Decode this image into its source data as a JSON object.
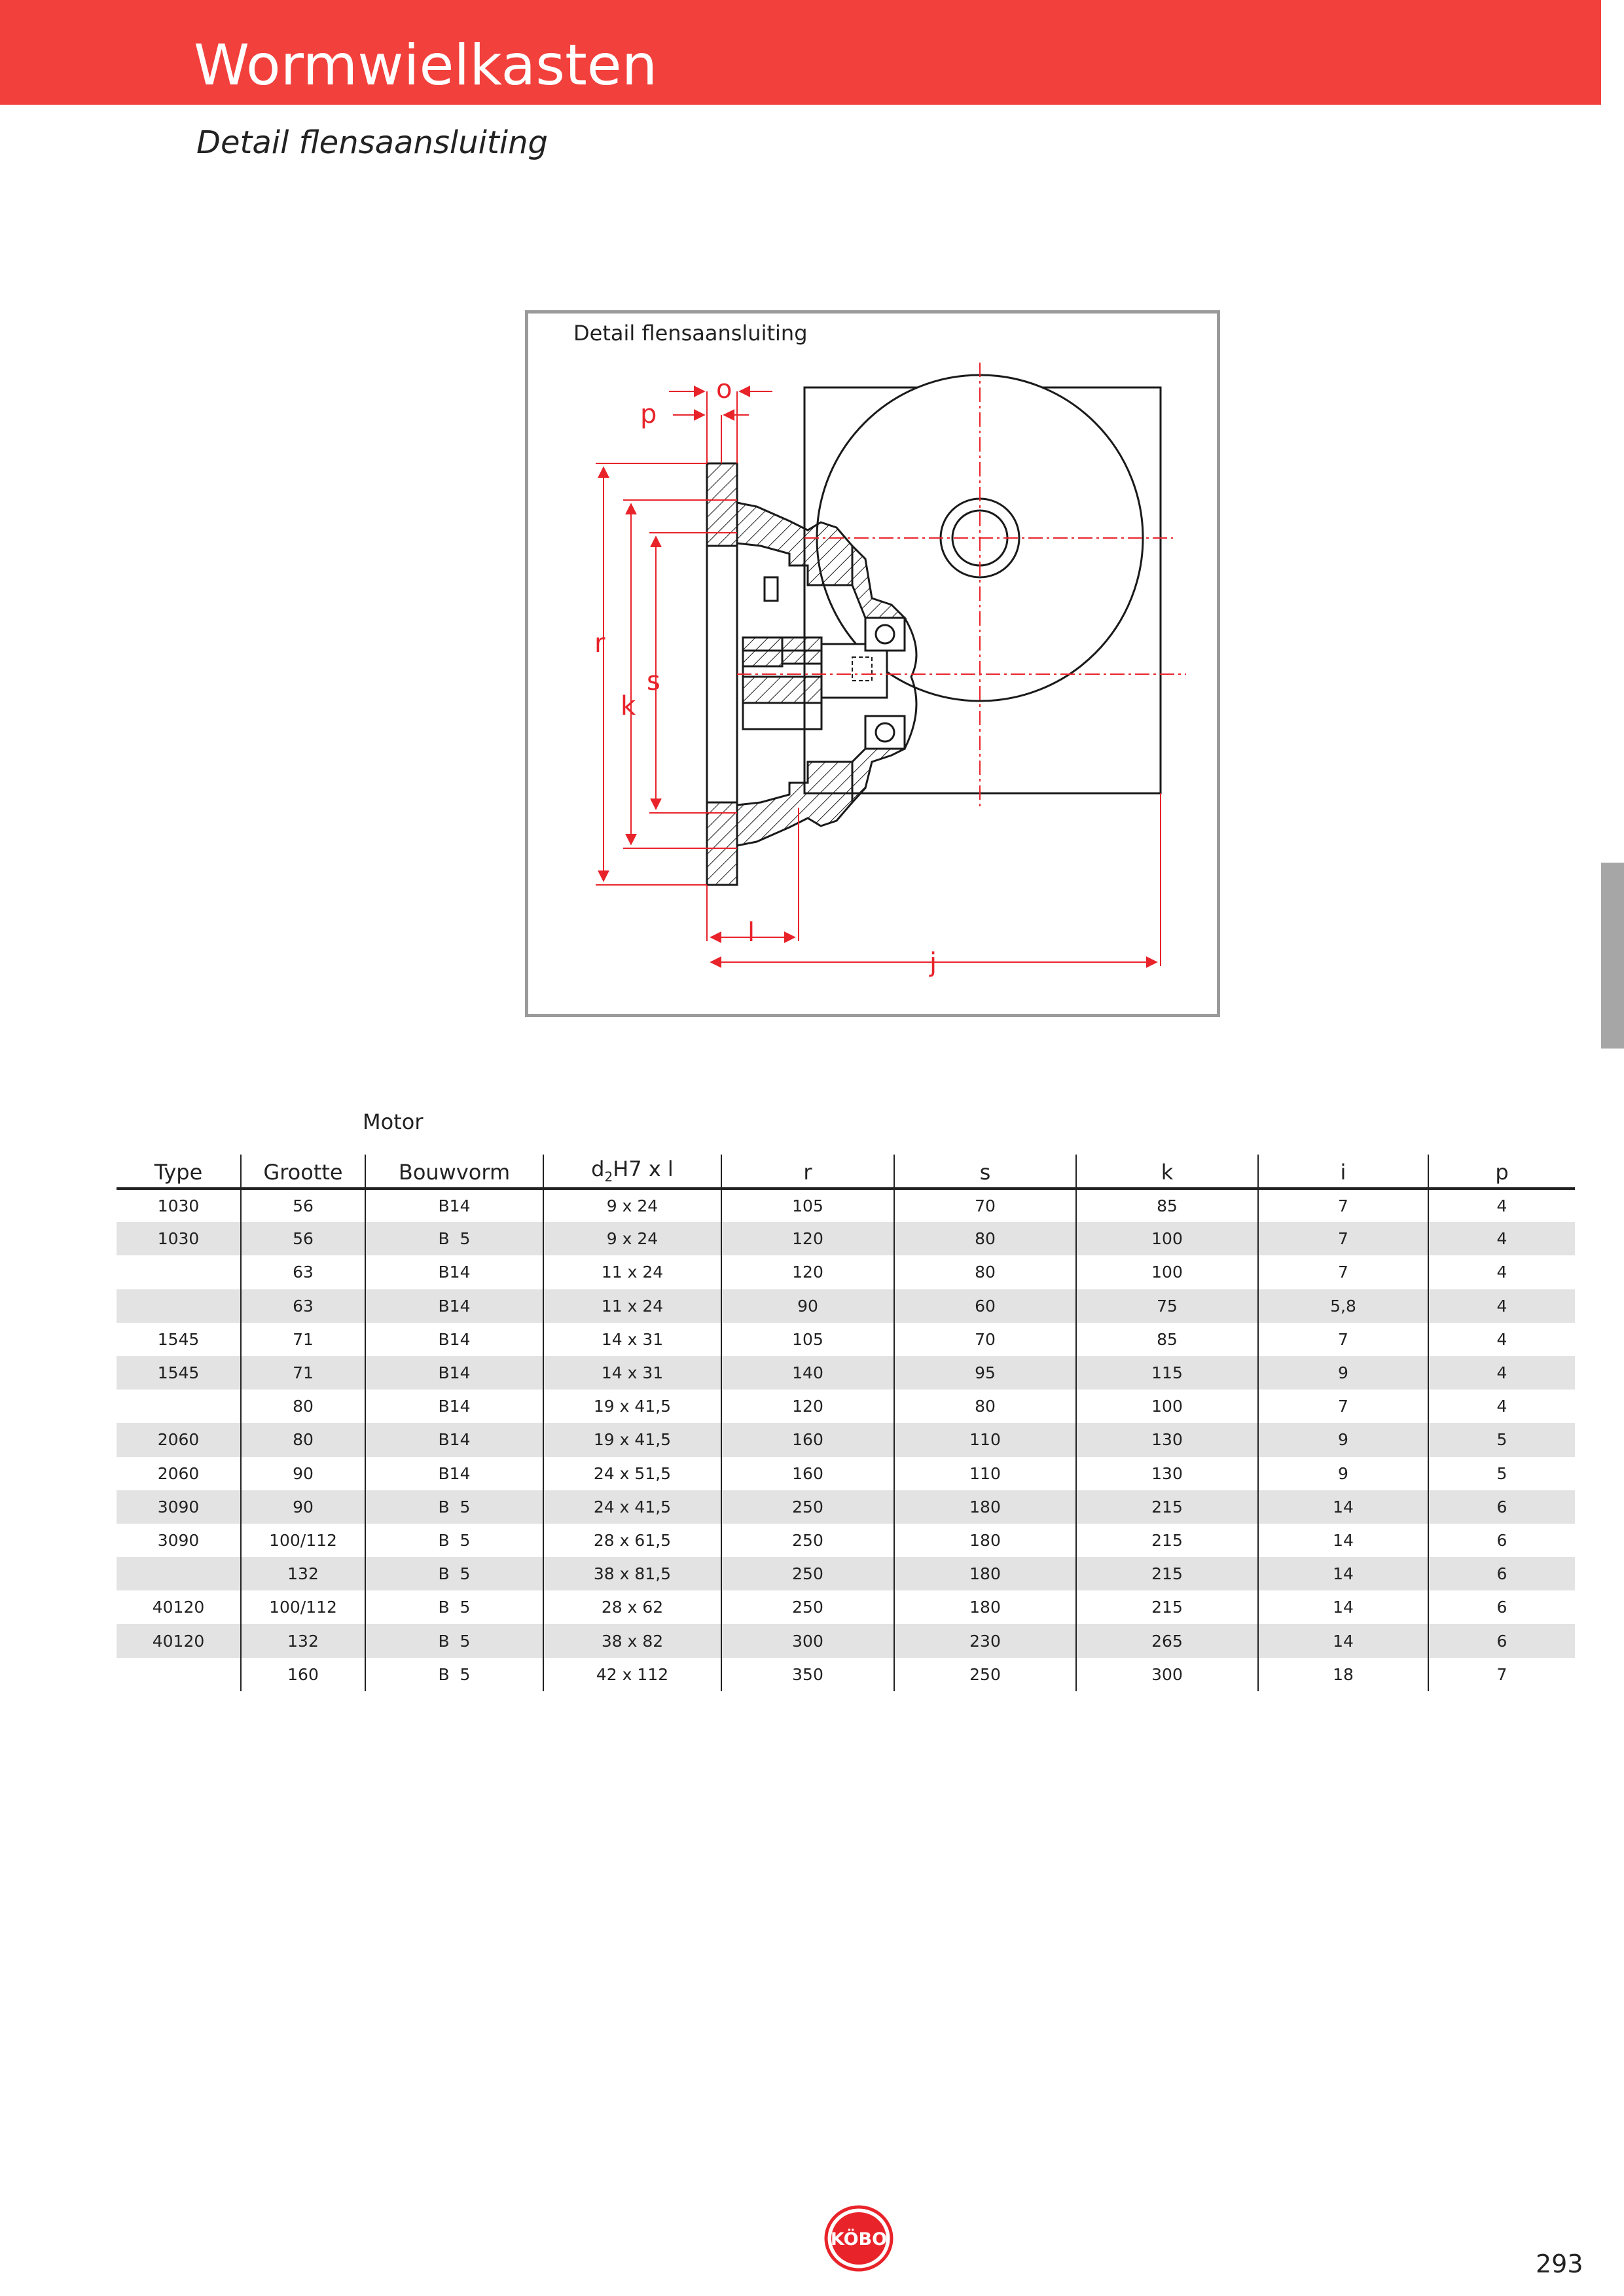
{
  "header": {
    "title": "Wormwielkasten"
  },
  "subtitle": "Detail flensaansluiting",
  "figure": {
    "caption": "Detail flensaansluiting",
    "dimension_labels": {
      "o": "o",
      "p": "p",
      "r": "r",
      "s": "s",
      "k": "k",
      "l": "l",
      "j": "j"
    },
    "colors": {
      "dimension": "#e8232a",
      "lines": "#1a1a1a",
      "frame": "#9a9a9a"
    }
  },
  "table": {
    "group_label": "Motor",
    "columns": {
      "type": "Type",
      "grootte": "Grootte",
      "bouwvorm": "Bouwvorm",
      "d2_prefix": "d",
      "d2_sub": "2",
      "d2_suffix": "H7 x l",
      "r": "r",
      "s": "s",
      "k": "k",
      "i": "i",
      "p": "p"
    },
    "rows": [
      {
        "type": "1030",
        "grootte": "56",
        "bouwvorm": "B14",
        "d2": "9 x 24",
        "r": "105",
        "s": "70",
        "k": "85",
        "i": "7",
        "p": "4"
      },
      {
        "type": "1030",
        "grootte": "56",
        "bouwvorm": "B  5",
        "d2": "9 x 24",
        "r": "120",
        "s": "80",
        "k": "100",
        "i": "7",
        "p": "4"
      },
      {
        "type": "",
        "grootte": "63",
        "bouwvorm": "B14",
        "d2": "11 x 24",
        "r": "120",
        "s": "80",
        "k": "100",
        "i": "7",
        "p": "4"
      },
      {
        "type": "",
        "grootte": "63",
        "bouwvorm": "B14",
        "d2": "11 x 24",
        "r": "90",
        "s": "60",
        "k": "75",
        "i": "5,8",
        "p": "4"
      },
      {
        "type": "1545",
        "grootte": "71",
        "bouwvorm": "B14",
        "d2": "14 x 31",
        "r": "105",
        "s": "70",
        "k": "85",
        "i": "7",
        "p": "4"
      },
      {
        "type": "1545",
        "grootte": "71",
        "bouwvorm": "B14",
        "d2": "14 x 31",
        "r": "140",
        "s": "95",
        "k": "115",
        "i": "9",
        "p": "4"
      },
      {
        "type": "",
        "grootte": "80",
        "bouwvorm": "B14",
        "d2": "19 x 41,5",
        "r": "120",
        "s": "80",
        "k": "100",
        "i": "7",
        "p": "4"
      },
      {
        "type": "2060",
        "grootte": "80",
        "bouwvorm": "B14",
        "d2": "19 x 41,5",
        "r": "160",
        "s": "110",
        "k": "130",
        "i": "9",
        "p": "5"
      },
      {
        "type": "2060",
        "grootte": "90",
        "bouwvorm": "B14",
        "d2": "24 x 51,5",
        "r": "160",
        "s": "110",
        "k": "130",
        "i": "9",
        "p": "5"
      },
      {
        "type": "3090",
        "grootte": "90",
        "bouwvorm": "B  5",
        "d2": "24 x 41,5",
        "r": "250",
        "s": "180",
        "k": "215",
        "i": "14",
        "p": "6"
      },
      {
        "type": "3090",
        "grootte": "100/112",
        "bouwvorm": "B  5",
        "d2": "28 x 61,5",
        "r": "250",
        "s": "180",
        "k": "215",
        "i": "14",
        "p": "6"
      },
      {
        "type": "",
        "grootte": "132",
        "bouwvorm": "B  5",
        "d2": "38 x 81,5",
        "r": "250",
        "s": "180",
        "k": "215",
        "i": "14",
        "p": "6"
      },
      {
        "type": "40120",
        "grootte": "100/112",
        "bouwvorm": "B  5",
        "d2": "28 x 62",
        "r": "250",
        "s": "180",
        "k": "215",
        "i": "14",
        "p": "6"
      },
      {
        "type": "40120",
        "grootte": "132",
        "bouwvorm": "B  5",
        "d2": "38 x 82",
        "r": "300",
        "s": "230",
        "k": "265",
        "i": "14",
        "p": "6"
      },
      {
        "type": "",
        "grootte": "160",
        "bouwvorm": "B  5",
        "d2": "42 x 112",
        "r": "350",
        "s": "250",
        "k": "300",
        "i": "18",
        "p": "7"
      }
    ]
  },
  "footer": {
    "logo_text": "KÖBO",
    "page_number": "293",
    "brand_color": "#e8232a"
  }
}
